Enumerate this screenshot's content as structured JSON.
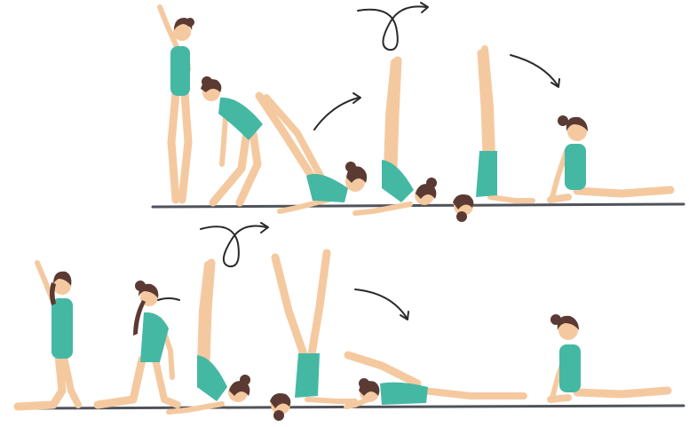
{
  "colors": {
    "skin": "#f5c9a0",
    "skin_shade": "#eab486",
    "leotard": "#45b8a4",
    "leotard_shade": "#2f9c8b",
    "hair": "#5a3a32",
    "floor": "#50535a",
    "arrow": "#2a2a2a",
    "background": "#ffffff"
  },
  "sequences": [
    {
      "name": "upper-sequence",
      "poses": [
        "standing-arms-raised",
        "back-bend",
        "lying-legs-raised",
        "shoulder-stand",
        "shoulder-stand-straight",
        "seated-split"
      ],
      "arrows": [
        "curved-arrow",
        "loop-arrow",
        "curved-arrow"
      ]
    },
    {
      "name": "lower-sequence",
      "poses": [
        "kneeling-arm-raised",
        "kneeling-lunge",
        "shoulder-stand",
        "straddle-shoulder-stand",
        "lying-legs-forward",
        "seated-split"
      ],
      "arrows": [
        "loop-arrow",
        "curved-arrow"
      ]
    }
  ]
}
